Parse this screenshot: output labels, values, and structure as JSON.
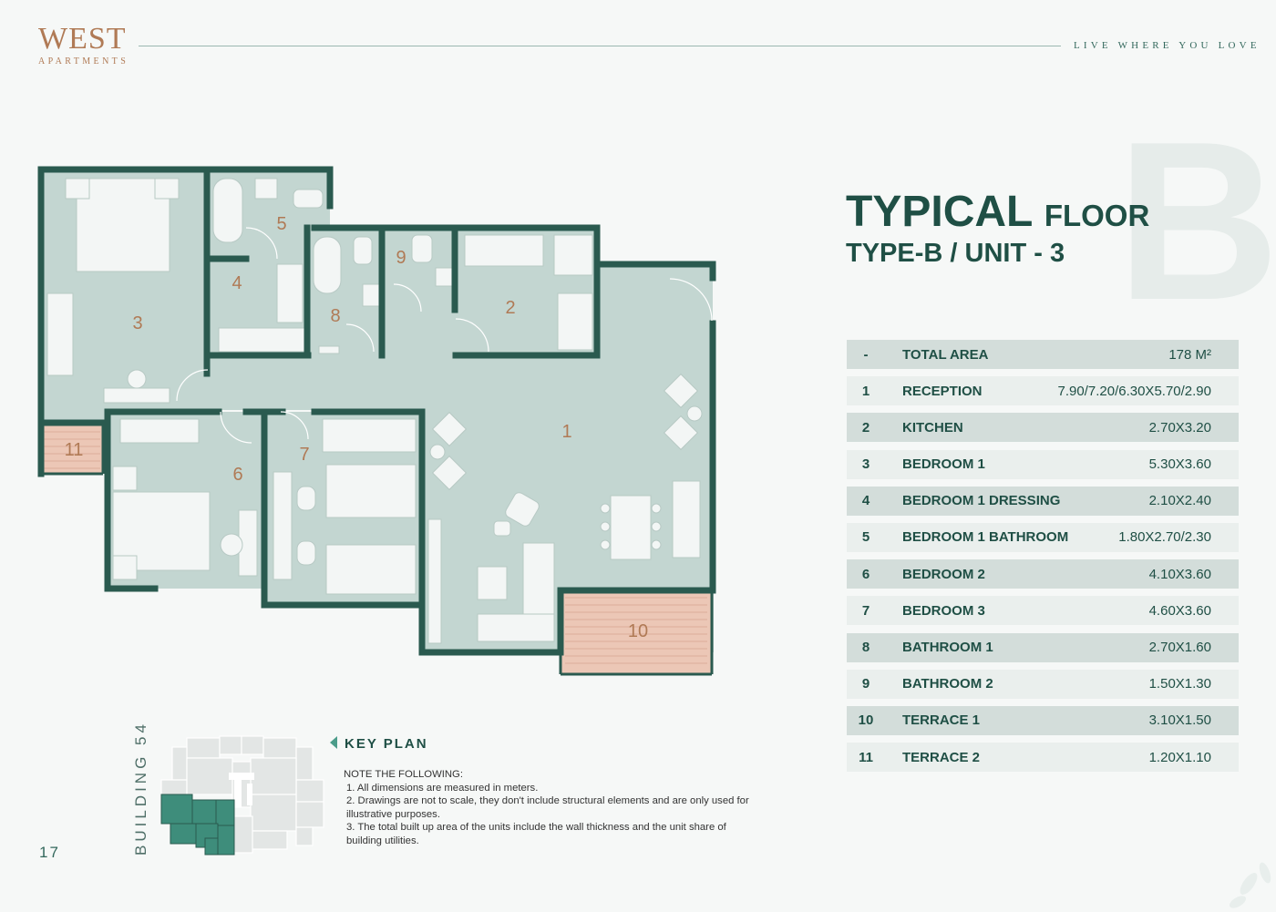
{
  "header": {
    "logo_main": "WEST",
    "logo_sub": "APARTMENTS",
    "tagline": "LIVE WHERE YOU LOVE"
  },
  "title": {
    "big_letter": "B",
    "line1_main": "TYPICAL",
    "line1_small": "FLOOR",
    "line2": "TYPE-B / UNIT - 3"
  },
  "areas": [
    {
      "num": "-",
      "name": "TOTAL AREA",
      "value": "178 M²"
    },
    {
      "num": "1",
      "name": "RECEPTION",
      "value": "7.90/7.20/6.30X5.70/2.90"
    },
    {
      "num": "2",
      "name": "KITCHEN",
      "value": "2.70X3.20"
    },
    {
      "num": "3",
      "name": "BEDROOM 1",
      "value": "5.30X3.60"
    },
    {
      "num": "4",
      "name": "BEDROOM 1 DRESSING",
      "value": "2.10X2.40"
    },
    {
      "num": "5",
      "name": "BEDROOM 1 BATHROOM",
      "value": "1.80X2.70/2.30"
    },
    {
      "num": "6",
      "name": "BEDROOM 2",
      "value": "4.10X3.60"
    },
    {
      "num": "7",
      "name": "BEDROOM 3",
      "value": "4.60X3.60"
    },
    {
      "num": "8",
      "name": "BATHROOM 1",
      "value": "2.70X1.60"
    },
    {
      "num": "9",
      "name": "BATHROOM 2",
      "value": "1.50X1.30"
    },
    {
      "num": "10",
      "name": "TERRACE 1",
      "value": "3.10X1.50"
    },
    {
      "num": "11",
      "name": "TERRACE 2",
      "value": "1.20X1.10"
    }
  ],
  "plan_labels": {
    "r1": "1",
    "r2": "2",
    "r3": "3",
    "r4": "4",
    "r5": "5",
    "r6": "6",
    "r7": "7",
    "r8": "8",
    "r9": "9",
    "r10": "10",
    "r11": "11"
  },
  "keyplan": {
    "title": "KEY PLAN",
    "notes_heading": "NOTE THE FOLLOWING:",
    "notes": [
      "1. All dimensions are measured in meters.",
      "2. Drawings are not to scale, they don't include structural elements and are only used for illustrative purposes.",
      "3. The total built up area of the units include the wall thickness and the unit share of building utilities."
    ],
    "building": "BUILDING 54"
  },
  "footer": {
    "page_number": "17"
  },
  "colors": {
    "accent": "#1f4f45",
    "wall": "#2a5a4f",
    "floor": "#c3d6d1",
    "terrace": "#ecc7b6",
    "label": "#b07a55",
    "highlight": "#4b9c8a"
  }
}
